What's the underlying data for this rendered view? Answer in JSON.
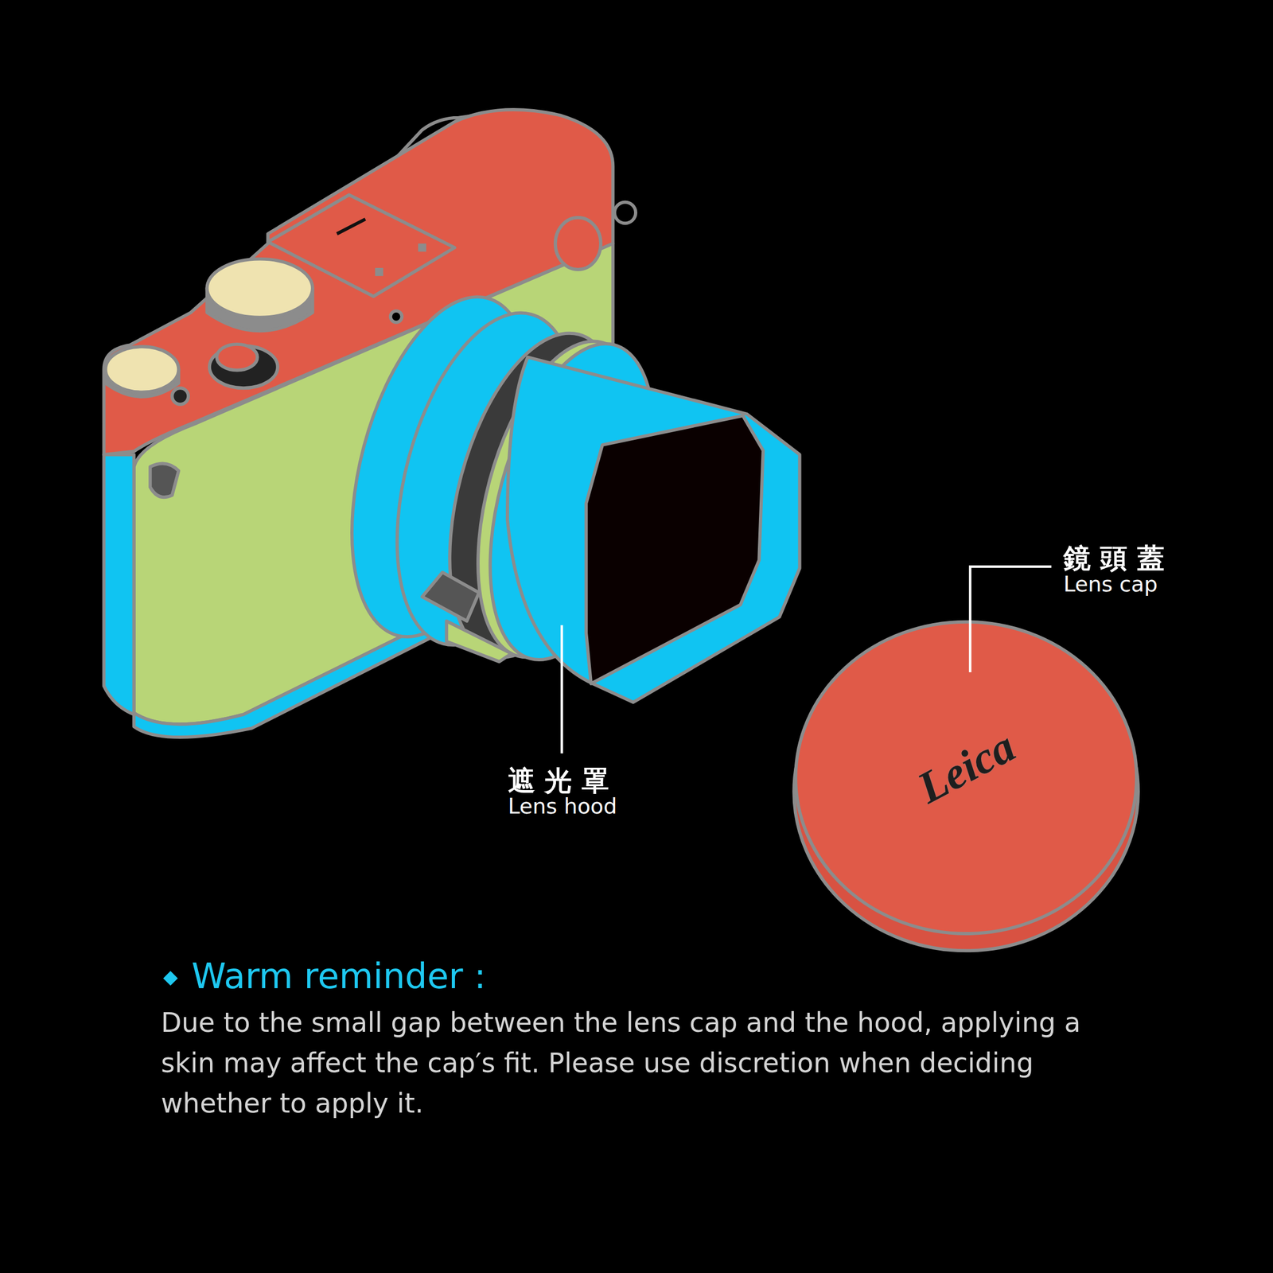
{
  "diagram": {
    "labels": [
      "鏡 頭 蓋",
      "Lens cap",
      "遮 光 罩",
      "Lens hood",
      "Leica",
      "Warm reminder :",
      "Due to the small gap between the lens cap and the hood, applying a skin may affect the cap′s fit. Please use discretion when deciding whether to apply it."
    ]
  }
}
